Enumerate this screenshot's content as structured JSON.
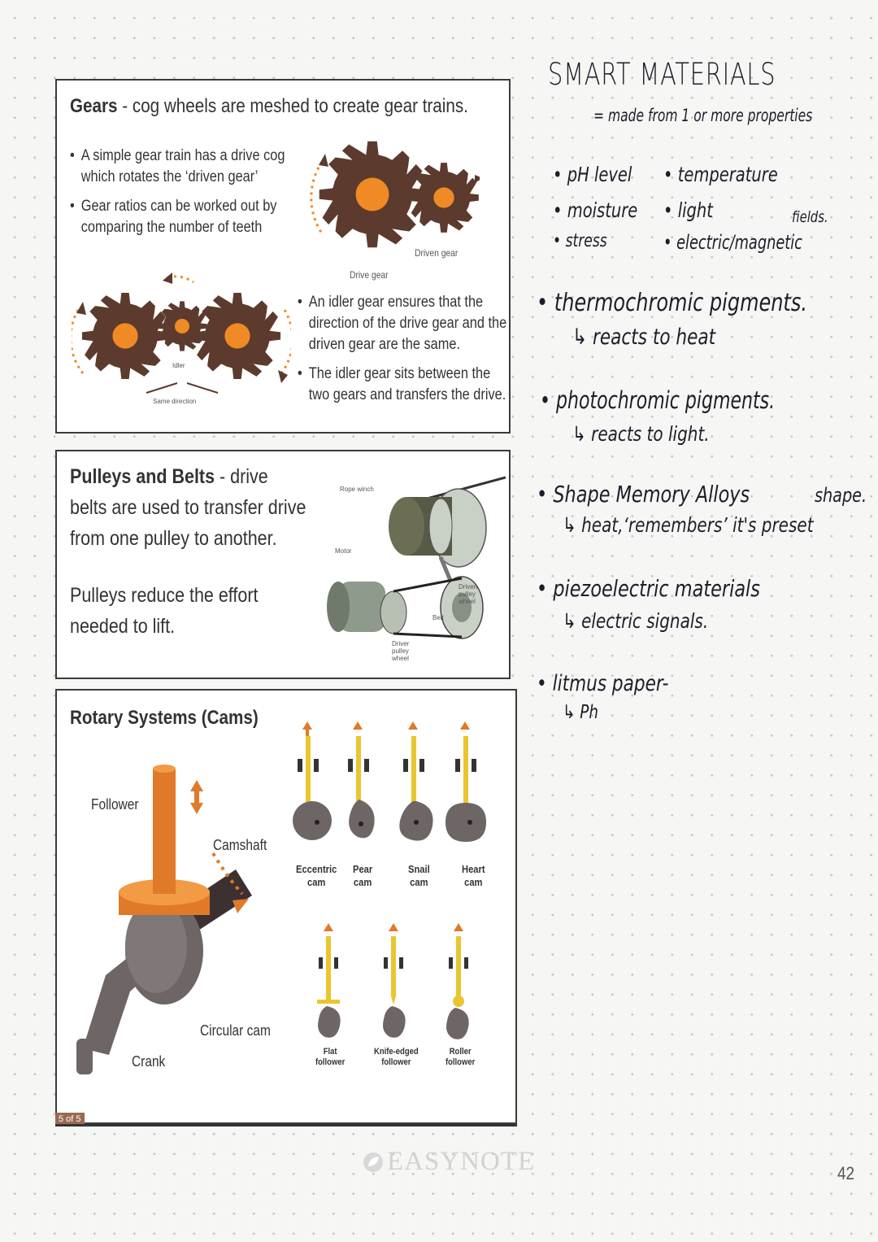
{
  "gears": {
    "title_bold": "Gears",
    "title_rest": " - cog wheels are meshed to create gear trains.",
    "bullets_left": [
      "A simple gear train has a drive cog which rotates the ‘driven gear’",
      "Gear ratios can be worked out by comparing the number of teeth"
    ],
    "bullets_right": [
      "An idler gear ensures that the direction of the drive gear and the driven gear are the same.",
      "The idler gear sits between the two gears and transfers the drive."
    ],
    "label_drive": "Drive gear",
    "label_driven": "Driven gear",
    "label_idler": "Idler",
    "label_same": "Same direction",
    "color_gear": "#5c3b2e",
    "color_hub": "#f08a24"
  },
  "pulleys": {
    "title_bold": "Pulleys and Belts",
    "title_rest": " - drive belts are used to transfer drive from one pulley to another.",
    "body": "Pulleys reduce the effort needed to lift.",
    "label_rope": "Rope winch",
    "label_motor": "Motor",
    "label_driven": "Driven pulley wheel",
    "label_belt": "Belt",
    "label_driver": "Driver pulley wheel"
  },
  "cams": {
    "title": "Rotary Systems (Cams)",
    "label_follower": "Follower",
    "label_camshaft": "Camshaft",
    "label_circular": "Circular cam",
    "label_crank": "Crank",
    "cam_types": [
      {
        "line1": "Eccentric",
        "line2": "cam"
      },
      {
        "line1": "Pear",
        "line2": "cam"
      },
      {
        "line1": "Snail",
        "line2": "cam"
      },
      {
        "line1": "Heart",
        "line2": "cam"
      }
    ],
    "follower_types": [
      {
        "line1": "Flat",
        "line2": "follower"
      },
      {
        "line1": "Knife-edged",
        "line2": "follower"
      },
      {
        "line1": "Roller",
        "line2": "follower"
      }
    ],
    "color_follower": "#e9c62e",
    "color_cam": "#6e6565"
  },
  "page_tag": "5 of 5",
  "brand": "EASYNOTE",
  "page_number": "42",
  "notes": {
    "title": "SMART MATERIALS",
    "subtitle": "= made from 1 or more properties",
    "props_col1": [
      "pH level",
      "moisture",
      "stress"
    ],
    "props_col2": [
      "temperature",
      "light",
      "electric/magnetic"
    ],
    "props_extra": "fields.",
    "items": [
      {
        "head": "thermochromic pigments.",
        "sub": "reacts to heat"
      },
      {
        "head": "photochromic pigments.",
        "sub": "reacts to light."
      },
      {
        "head": "Shape Memory Alloys",
        "sub": "heat,‘remembers’ it's preset",
        "extra": "shape."
      },
      {
        "head": "piezoelectric materials",
        "sub": "electric signals."
      },
      {
        "head": "litmus paper-",
        "sub": "Ph"
      }
    ]
  }
}
